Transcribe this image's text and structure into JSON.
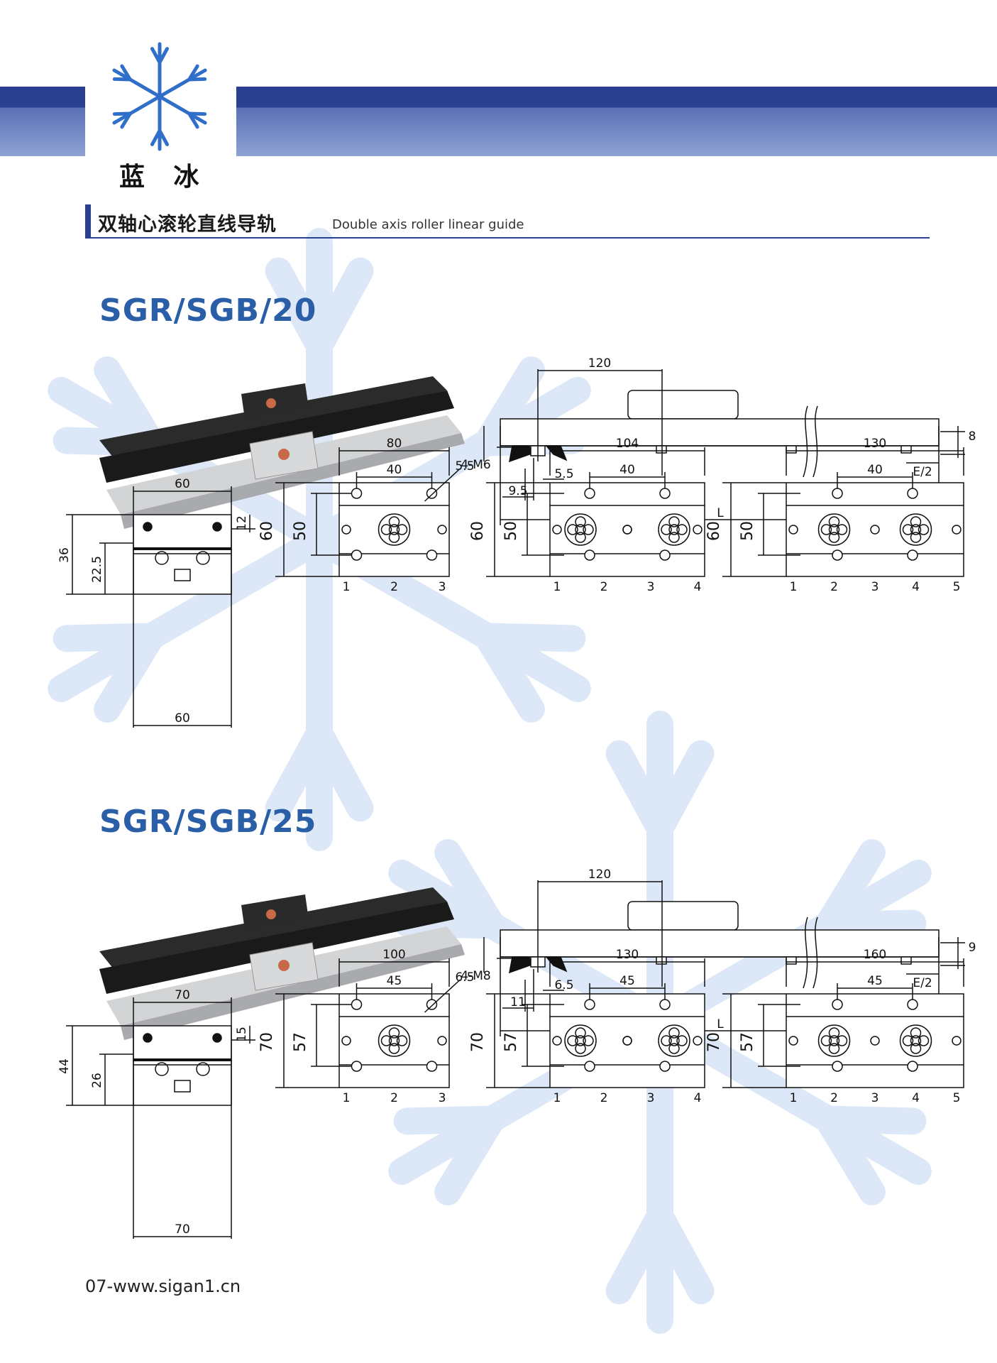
{
  "brand": {
    "name": "蓝 冰"
  },
  "title": {
    "zh": "双轴心滚轮直线导轨",
    "en": "Double axis roller linear guide"
  },
  "footer": "07-www.sigan1.cn",
  "sections": [
    {
      "model": "SGR/SGB/20",
      "side": {
        "pitch": "120",
        "h_left": "5.5",
        "h_right": "8",
        "d1": "5.5",
        "d2": "9.5",
        "e": "E/2",
        "l": "L"
      },
      "section": {
        "w_top": "60",
        "w_bottom": "60",
        "h": "36",
        "h_mid": "22.5",
        "h_top": "12"
      },
      "plates": [
        {
          "w": "80",
          "pitch": "40",
          "h": "60",
          "h_inner": "50",
          "hole": "4-M6",
          "positions": [
            "1",
            "2",
            "3"
          ]
        },
        {
          "w": "104",
          "pitch": "40",
          "h": "60",
          "h_inner": "50",
          "positions": [
            "1",
            "2",
            "3",
            "4"
          ]
        },
        {
          "w": "130",
          "pitch": "40",
          "h": "60",
          "h_inner": "50",
          "positions": [
            "1",
            "2",
            "3",
            "4",
            "5"
          ]
        }
      ]
    },
    {
      "model": "SGR/SGB/25",
      "side": {
        "pitch": "120",
        "h_left": "6.5",
        "h_right": "9",
        "d1": "6.5",
        "d2": "11",
        "e": "E/2",
        "l": "L"
      },
      "section": {
        "w_top": "70",
        "w_bottom": "70",
        "h": "44",
        "h_mid": "26",
        "h_top": "15"
      },
      "plates": [
        {
          "w": "100",
          "pitch": "45",
          "h": "70",
          "h_inner": "57",
          "hole": "4-M8",
          "positions": [
            "1",
            "2",
            "3"
          ]
        },
        {
          "w": "130",
          "pitch": "45",
          "h": "70",
          "h_inner": "57",
          "positions": [
            "1",
            "2",
            "3",
            "4"
          ]
        },
        {
          "w": "160",
          "pitch": "45",
          "h": "70",
          "h_inner": "57",
          "positions": [
            "1",
            "2",
            "3",
            "4",
            "5"
          ]
        }
      ]
    }
  ],
  "colors": {
    "header_dark": "#2a3f8f",
    "header_light": "#6f86c4",
    "model": "#2a5fa8",
    "watermark": "#dbe8f8",
    "logo": "#2f6fc9"
  },
  "icons": [
    "snowflake-logo-icon",
    "snowflake-watermark-icon"
  ]
}
